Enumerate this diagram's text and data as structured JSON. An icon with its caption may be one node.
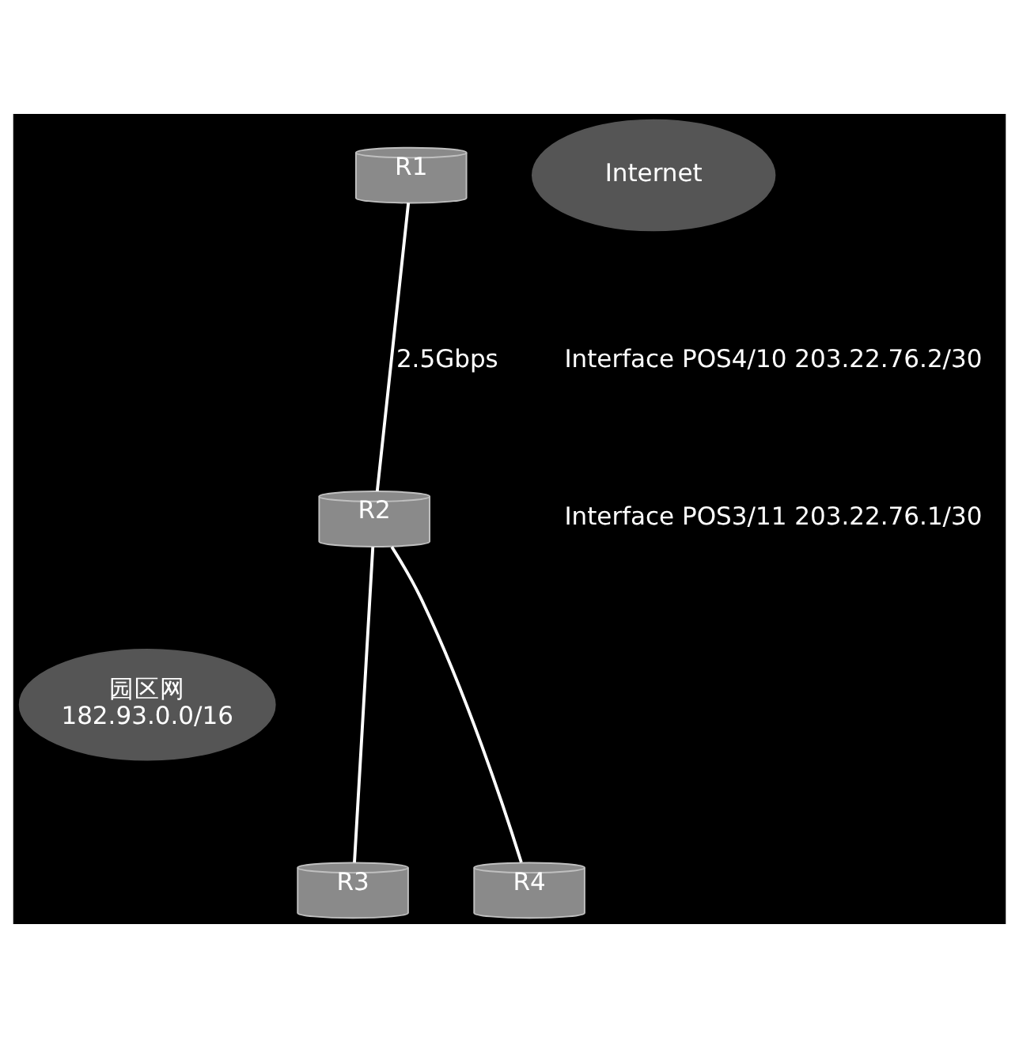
{
  "diagram": {
    "nodes": [
      {
        "text": [
          "R1"
        ]
      },
      {
        "text": [
          "Internet"
        ]
      },
      {
        "text": [
          "R2"
        ]
      },
      {
        "text": [
          "园区网",
          "182.93.0.0/16"
        ]
      },
      {
        "text": [
          "R3"
        ]
      },
      {
        "text": [
          "R4"
        ]
      }
    ],
    "edges": [
      {
        "from": 0,
        "to": 2,
        "arrow": "none",
        "label": "2.5Gbps"
      },
      {
        "from": 2,
        "to": 4,
        "arrow": "none"
      },
      {
        "from": 2,
        "to": 5,
        "arrow": "none"
      }
    ],
    "labels": [
      "Interface POS4/10 203.22.76.2/30",
      "Interface POS3/11 203.22.76.1/30"
    ]
  }
}
